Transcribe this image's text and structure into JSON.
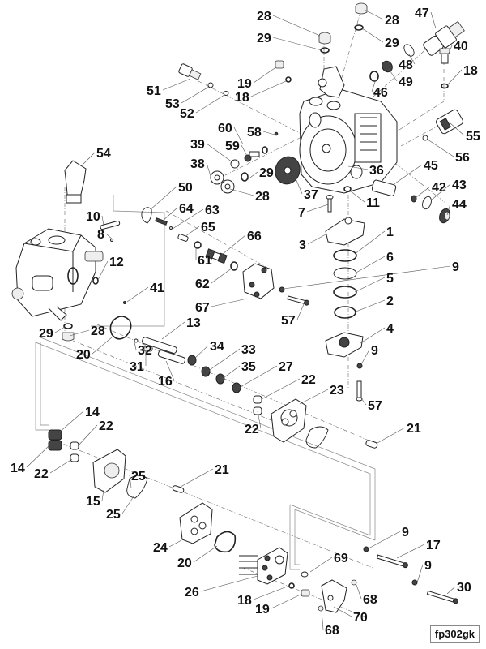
{
  "figure": {
    "id_label": "fp302gk",
    "type": "exploded parts diagram",
    "subject": "hydraulic pump assembly"
  },
  "callouts": [
    {
      "n": "28",
      "part": "plug"
    },
    {
      "n": "28",
      "part": "plug"
    },
    {
      "n": "47",
      "part": "valve cartridge"
    },
    {
      "n": "29",
      "part": "o-ring"
    },
    {
      "n": "29",
      "part": "o-ring"
    },
    {
      "n": "40",
      "part": "fitting"
    },
    {
      "n": "48",
      "part": "o-ring"
    },
    {
      "n": "18",
      "part": "o-ring"
    },
    {
      "n": "49",
      "part": "nut"
    },
    {
      "n": "46",
      "part": "o-ring"
    },
    {
      "n": "51",
      "part": "fitting"
    },
    {
      "n": "19",
      "part": "plug"
    },
    {
      "n": "18",
      "part": "o-ring"
    },
    {
      "n": "53",
      "part": "o-ring"
    },
    {
      "n": "52",
      "part": "o-ring"
    },
    {
      "n": "60",
      "part": "washer"
    },
    {
      "n": "58",
      "part": "ball"
    },
    {
      "n": "55",
      "part": "valve"
    },
    {
      "n": "39",
      "part": "o-ring"
    },
    {
      "n": "59",
      "part": "valve"
    },
    {
      "n": "56",
      "part": "o-ring"
    },
    {
      "n": "38",
      "part": "plug"
    },
    {
      "n": "36",
      "part": "pump housing"
    },
    {
      "n": "45",
      "part": "sleeve"
    },
    {
      "n": "54",
      "part": "elbow fitting"
    },
    {
      "n": "29",
      "part": "o-ring"
    },
    {
      "n": "37",
      "part": "coupler"
    },
    {
      "n": "42",
      "part": "nut"
    },
    {
      "n": "43",
      "part": "o-ring"
    },
    {
      "n": "28",
      "part": "plug"
    },
    {
      "n": "11",
      "part": "o-ring"
    },
    {
      "n": "44",
      "part": "cap"
    },
    {
      "n": "50",
      "part": "gasket"
    },
    {
      "n": "7",
      "part": "screw"
    },
    {
      "n": "64",
      "part": "spring"
    },
    {
      "n": "63",
      "part": "pin"
    },
    {
      "n": "10",
      "part": "pin"
    },
    {
      "n": "65",
      "part": "poppet"
    },
    {
      "n": "8",
      "part": "pin"
    },
    {
      "n": "3",
      "part": "cover"
    },
    {
      "n": "1",
      "part": "seal"
    },
    {
      "n": "66",
      "part": "valve spool"
    },
    {
      "n": "61",
      "part": "o-ring"
    },
    {
      "n": "12",
      "part": "o-ring"
    },
    {
      "n": "6",
      "part": "o-ring"
    },
    {
      "n": "62",
      "part": "o-ring"
    },
    {
      "n": "9",
      "part": "washer"
    },
    {
      "n": "5",
      "part": "seal"
    },
    {
      "n": "41",
      "part": "ball"
    },
    {
      "n": "67",
      "part": "valve body"
    },
    {
      "n": "57",
      "part": "bolt"
    },
    {
      "n": "2",
      "part": "seal"
    },
    {
      "n": "29",
      "part": "o-ring"
    },
    {
      "n": "28",
      "part": "plug"
    },
    {
      "n": "4",
      "part": "cover"
    },
    {
      "n": "13",
      "part": "shaft"
    },
    {
      "n": "20",
      "part": "gasket"
    },
    {
      "n": "32",
      "part": "nut"
    },
    {
      "n": "9",
      "part": "washer"
    },
    {
      "n": "34",
      "part": "seal"
    },
    {
      "n": "33",
      "part": "seal"
    },
    {
      "n": "31",
      "part": "fitting"
    },
    {
      "n": "35",
      "part": "seal"
    },
    {
      "n": "16",
      "part": "shaft"
    },
    {
      "n": "27",
      "part": "seal"
    },
    {
      "n": "22",
      "part": "dowel"
    },
    {
      "n": "57",
      "part": "bolt"
    },
    {
      "n": "23",
      "part": "plate"
    },
    {
      "n": "22",
      "part": "dowel"
    },
    {
      "n": "14",
      "part": "gear"
    },
    {
      "n": "22",
      "part": "dowel"
    },
    {
      "n": "21",
      "part": "dowel"
    },
    {
      "n": "14",
      "part": "gear"
    },
    {
      "n": "25",
      "part": "gasket"
    },
    {
      "n": "22",
      "part": "dowel"
    },
    {
      "n": "21",
      "part": "dowel"
    },
    {
      "n": "15",
      "part": "gear housing"
    },
    {
      "n": "25",
      "part": "gasket"
    },
    {
      "n": "24",
      "part": "gear housing"
    },
    {
      "n": "9",
      "part": "washer"
    },
    {
      "n": "20",
      "part": "gasket"
    },
    {
      "n": "17",
      "part": "bolt"
    },
    {
      "n": "69",
      "part": "o-ring"
    },
    {
      "n": "9",
      "part": "washer"
    },
    {
      "n": "26",
      "part": "end cover"
    },
    {
      "n": "30",
      "part": "bolt"
    },
    {
      "n": "18",
      "part": "o-ring"
    },
    {
      "n": "68",
      "part": "plug"
    },
    {
      "n": "19",
      "part": "plug"
    },
    {
      "n": "70",
      "part": "elbow fitting"
    },
    {
      "n": "68",
      "part": "plug"
    }
  ]
}
